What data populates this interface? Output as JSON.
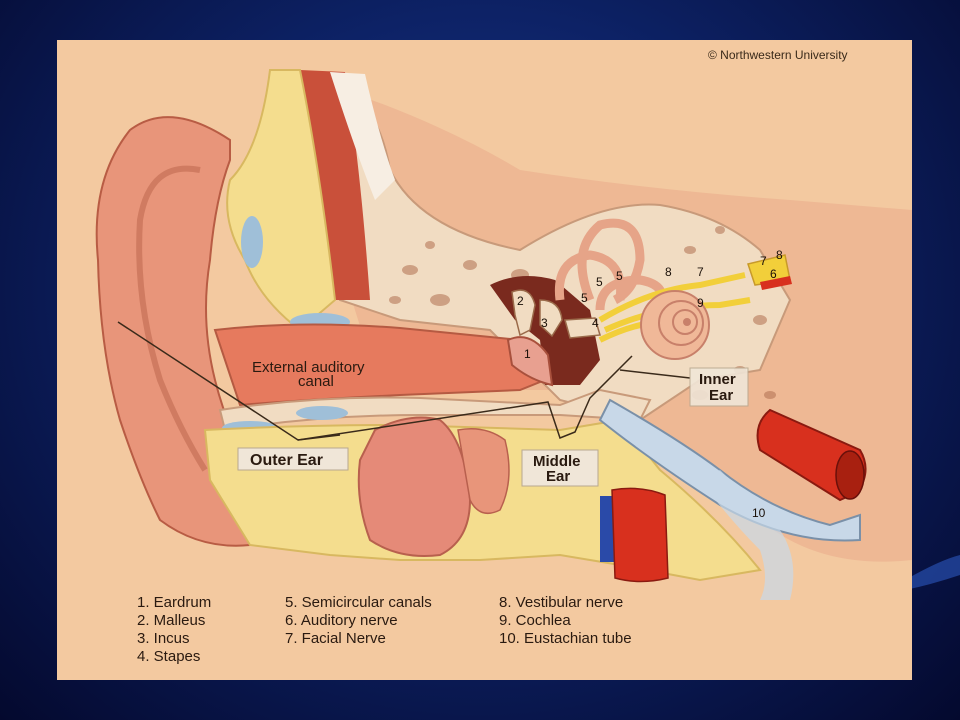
{
  "colors": {
    "slide_background": "#0d2266",
    "panel": "#f3c9a0",
    "skin": "#e8957a",
    "bone": "#f1dcc2",
    "fat": "#f4dd8e",
    "muscle": "#c9503a",
    "artery": "#d8301e",
    "vein": "#2a4aa8",
    "nerve": "#f2cf3a"
  },
  "copyright": "© Northwestern University",
  "labels": {
    "canal_line1": "External auditory",
    "canal_line2": "canal",
    "outer_ear": "Outer Ear",
    "middle_ear_line1": "Middle",
    "middle_ear_line2": "Ear",
    "inner_ear_line1": "Inner",
    "inner_ear_line2": "Ear"
  },
  "markers": {
    "m1": "1",
    "m2": "2",
    "m3": "3",
    "m4": "4",
    "m5a": "5",
    "m5b": "5",
    "m5c": "5",
    "m6": "6",
    "m7a": "7",
    "m7b": "7",
    "m8a": "8",
    "m8b": "8",
    "m9": "9",
    "m10": "10"
  },
  "legend": {
    "col1": [
      "1. Eardrum",
      "2. Malleus",
      "3. Incus",
      "4. Stapes"
    ],
    "col2": [
      "5. Semicircular canals",
      "6. Auditory nerve",
      "7. Facial Nerve"
    ],
    "col3": [
      "8. Vestibular nerve",
      "9. Cochlea",
      "10. Eustachian tube"
    ]
  }
}
